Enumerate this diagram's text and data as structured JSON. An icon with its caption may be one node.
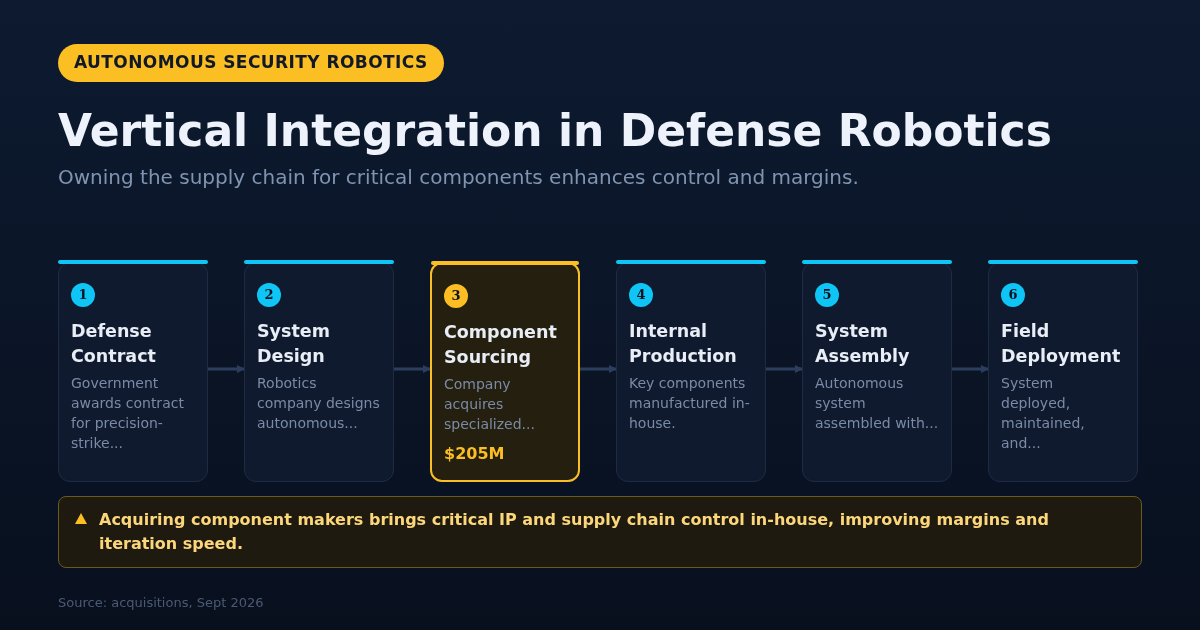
{
  "diagram": {
    "title": "Vertical Integration in Defense Robotics",
    "nodes": [
      {
        "text": [
          "AUTONOMOUS SECURITY ROBOTICS"
        ]
      },
      {
        "text": [
          "1",
          "Defense Contract",
          "Government awards contract for precision-strike..."
        ]
      },
      {
        "text": [
          "2",
          "System Design",
          "Robotics company designs autonomous..."
        ]
      },
      {
        "text": [
          "3",
          "Component Sourcing",
          "Company acquires specialized...",
          "$205M"
        ]
      },
      {
        "text": [
          "4",
          "Internal Production",
          "Key components manufactured in-house."
        ]
      },
      {
        "text": [
          "5",
          "System Assembly",
          "Autonomous system assembled with..."
        ]
      },
      {
        "text": [
          "6",
          "Field Deployment",
          "System deployed, maintained, and..."
        ]
      },
      {
        "text": [
          "Acquiring component makers brings critical IP and supply chain control in-house, improving margins and iteration speed."
        ]
      }
    ],
    "edges": [
      {
        "from": 1,
        "to": 2,
        "arrow": "to"
      },
      {
        "from": 2,
        "to": 3,
        "arrow": "to"
      },
      {
        "from": 3,
        "to": 4,
        "arrow": "to"
      },
      {
        "from": 4,
        "to": 5,
        "arrow": "to"
      },
      {
        "from": 5,
        "to": 6,
        "arrow": "to"
      }
    ],
    "labels": [
      "Owning the supply chain for critical components enhances control and margins.",
      "Source: acquisitions, Sept 2026"
    ]
  }
}
